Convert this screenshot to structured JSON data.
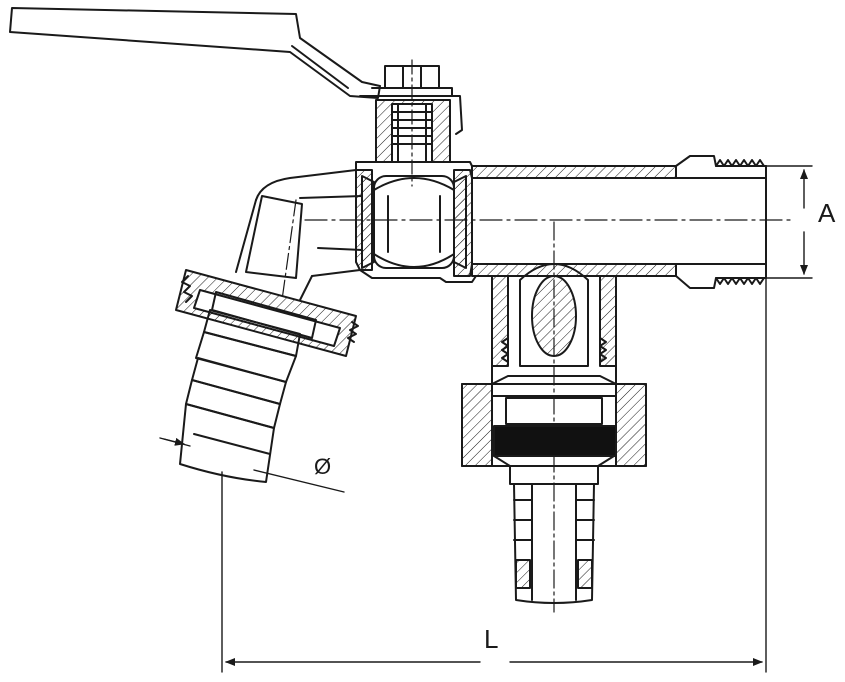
{
  "labels": {
    "dim_a": "A",
    "dim_l": "L",
    "dim_diameter": "Ø"
  },
  "colors": {
    "line": "#1a1a1a",
    "background": "#ffffff",
    "fill_dark": "#111111"
  }
}
